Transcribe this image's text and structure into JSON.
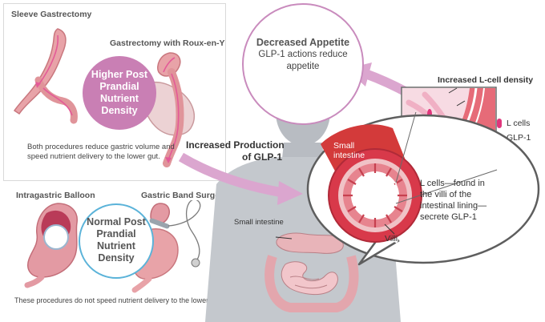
{
  "top_panel": {
    "sleeve_title": "Sleeve Gastrectomy",
    "roux_title": "Gastrectomy with Roux-en-Y",
    "bubble_lines": [
      "Higher Post",
      "Prandial",
      "Nutrient",
      "Density"
    ],
    "caption_lines": [
      "Both procedures reduce gastric volume and",
      "speed nutrient delivery to the lower gut."
    ]
  },
  "bottom_panel": {
    "balloon_title": "Intragastric Balloon",
    "band_title": "Gastric Band Surgery",
    "bubble_lines": [
      "Normal Post",
      "Prandial",
      "Nutrient",
      "Density"
    ],
    "caption": "These procedures do not speed nutrient delivery to the lower gut."
  },
  "center": {
    "increased_production_lines": [
      "Increased Production",
      "of GLP-1"
    ],
    "small_intestine_label": "Small intestine"
  },
  "appetite": {
    "title": "Decreased Appetite",
    "body_lines": [
      "GLP-1 actions reduce",
      "appetite"
    ]
  },
  "lcell": {
    "density_label": "Increased L-cell density",
    "legend_lcells": "L cells",
    "legend_glp1": "GLP-1"
  },
  "intestine_zoom": {
    "label_lines": [
      "Small",
      "intestine"
    ],
    "description_lines": [
      "L cells—found in",
      "the villi of the",
      "intestinal lining—",
      "secrete GLP-1"
    ],
    "villi_label": "Villi"
  },
  "colors": {
    "pink_accent": "#c25a9c",
    "pink_bubble": "#c97fb4",
    "arrow_pink": "#dba6cf",
    "blue_ring": "#5bb3d9",
    "silhouette": "#b8bcc2",
    "intestine_red": "#d33a3a"
  }
}
